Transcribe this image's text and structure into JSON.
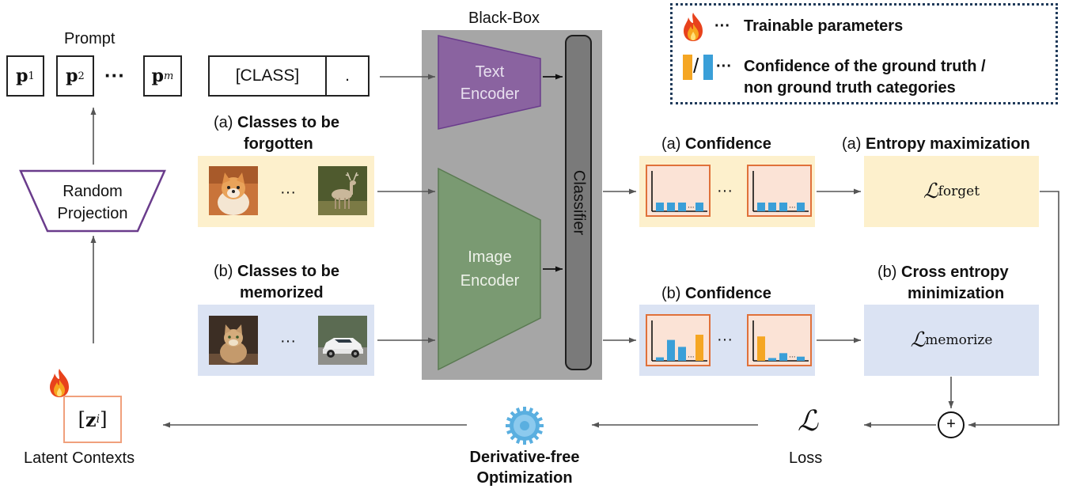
{
  "prompt": {
    "title": "Prompt",
    "tokens": [
      "p",
      "p",
      "p"
    ],
    "subscripts": [
      "1",
      "2",
      "m"
    ],
    "ellipsis": "···",
    "class_token": "[CLASS]",
    "period": "."
  },
  "projection": {
    "label_line1": "Random",
    "label_line2": "Projection"
  },
  "latent": {
    "symbol": "z",
    "subscript": "i",
    "label": "Latent Contexts"
  },
  "forget": {
    "prefix": "(a)",
    "title_line1": "Classes to be",
    "title_line2": "forgotten",
    "ellipsis": "···"
  },
  "memorize": {
    "prefix": "(b)",
    "title_line1": "Classes to be",
    "title_line2": "memorized",
    "ellipsis": "···"
  },
  "blackbox": {
    "title": "Black-Box",
    "text_encoder_line1": "Text",
    "text_encoder_line2": "Encoder",
    "image_encoder_line1": "Image",
    "image_encoder_line2": "Encoder",
    "classifier": "Classifier"
  },
  "confidence_a": {
    "prefix": "(a)",
    "title": "Confidence",
    "ellipsis": "···"
  },
  "confidence_b": {
    "prefix": "(b)",
    "title": "Confidence",
    "ellipsis": "···"
  },
  "entropy_max": {
    "prefix": "(a)",
    "title": "Entropy maximization",
    "loss_symbol": "ℒ",
    "loss_sub": "forget"
  },
  "cross_entropy": {
    "prefix": "(b)",
    "title_line1": "Cross entropy",
    "title_line2": "minimization",
    "loss_symbol": "ℒ",
    "loss_sub": "memorize"
  },
  "loss": {
    "symbol": "ℒ",
    "label": "Loss",
    "plus": "+"
  },
  "optimization": {
    "line1": "Derivative-free",
    "line2": "Optimization"
  },
  "legend": {
    "ellipsis1": "···",
    "trainable": "Trainable parameters",
    "slash": "/",
    "ellipsis2": "···",
    "confidence_line1": "Confidence of the ground truth /",
    "confidence_line2": "non ground truth categories"
  },
  "colors": {
    "forget_bg": "#fdf0cc",
    "memorize_bg": "#dbe3f3",
    "blackbox_bg": "#a6a6a6",
    "text_encoder": "#8a63a0",
    "image_encoder": "#7a9a72",
    "classifier": "#7a7a7a",
    "ground_truth": "#f5a623",
    "non_ground_truth": "#3a9fd8",
    "chart_bg": "#fbe3d6",
    "chart_border": "#e0713a"
  },
  "charts": {
    "a1": [
      0.25,
      0.25,
      0.25,
      0.25
    ],
    "a2": [
      0.25,
      0.25,
      0.25,
      0.25
    ],
    "b1": [
      0.1,
      0.6,
      0.4,
      0.75
    ],
    "b2": [
      0.7,
      0.08,
      0.22,
      0.12
    ]
  }
}
